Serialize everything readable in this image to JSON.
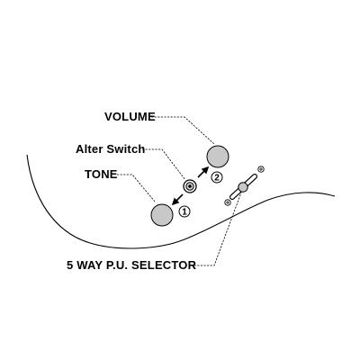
{
  "labels": {
    "volume": "VOLUME",
    "alter_switch": "Alter Switch",
    "tone": "TONE",
    "selector": "5 WAY P.U. SELECTOR"
  },
  "markers": {
    "marker_1": "1",
    "marker_2": "2"
  },
  "colors": {
    "knob_fill": "#c8c8c8",
    "line": "#000000",
    "background": "#ffffff"
  }
}
